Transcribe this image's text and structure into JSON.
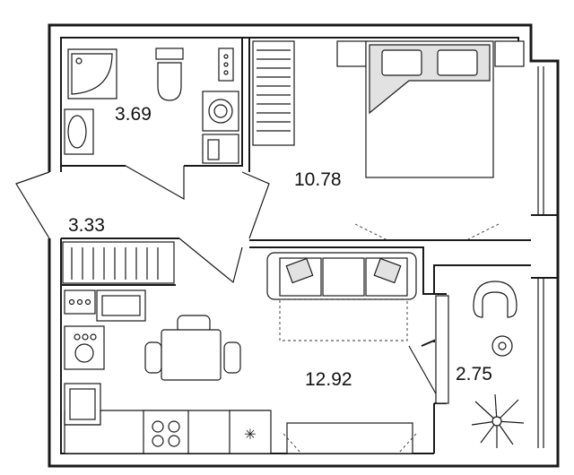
{
  "plan": {
    "rooms": [
      {
        "id": "bathroom",
        "area": "3.69"
      },
      {
        "id": "bedroom",
        "area": "10.78"
      },
      {
        "id": "hallway",
        "area": "3.33"
      },
      {
        "id": "living-kitchen",
        "area": "12.92"
      },
      {
        "id": "balcony",
        "area": "2.75"
      }
    ]
  }
}
